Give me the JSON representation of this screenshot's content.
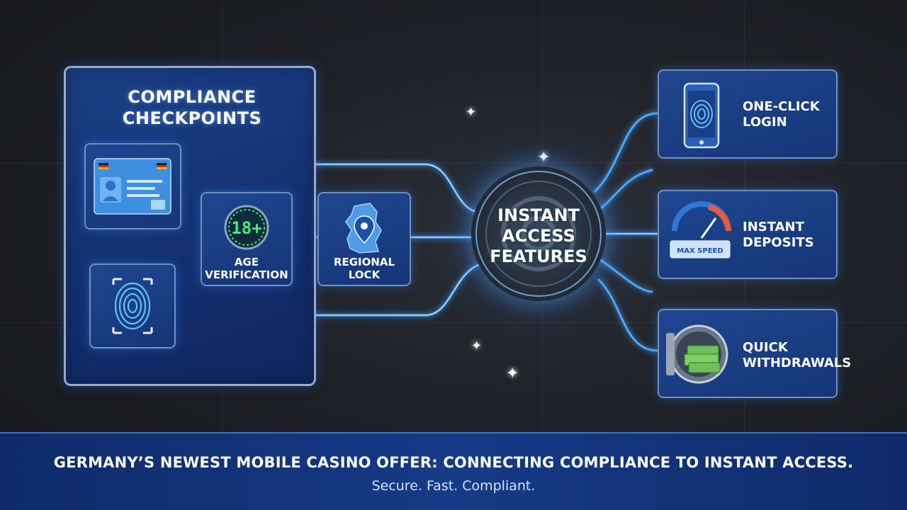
{
  "compliance": {
    "title": "Compliance Checkpoints",
    "items": [
      {
        "label": "",
        "icon": "id-card-icon"
      },
      {
        "label": "",
        "icon": "fingerprint-scanner-icon"
      },
      {
        "label": "Age Verification",
        "badge": "18+",
        "icon": "age-badge-icon"
      },
      {
        "label": "Regional Lock",
        "icon": "germany-map-pin-icon"
      }
    ]
  },
  "hub": {
    "title": "Instant Access Features",
    "icon": "gear-icon"
  },
  "features": [
    {
      "label": "One-Click Login",
      "icon": "phone-fingerprint-icon"
    },
    {
      "label": "Instant Deposits",
      "icon": "speedometer-card-icon",
      "card_text": "MAX SPEED"
    },
    {
      "label": "Quick Withdrawals",
      "icon": "vault-cash-icon"
    }
  ],
  "banner": {
    "headline": "Germany’s Newest Mobile Casino Offer: Connecting Compliance to Instant Access.",
    "tagline": "Secure. Fast. Compliant."
  },
  "colors": {
    "background": "#1a1d22",
    "panel": "#163577",
    "glow": "#4aa8ff",
    "accent_green": "#3df07a"
  }
}
